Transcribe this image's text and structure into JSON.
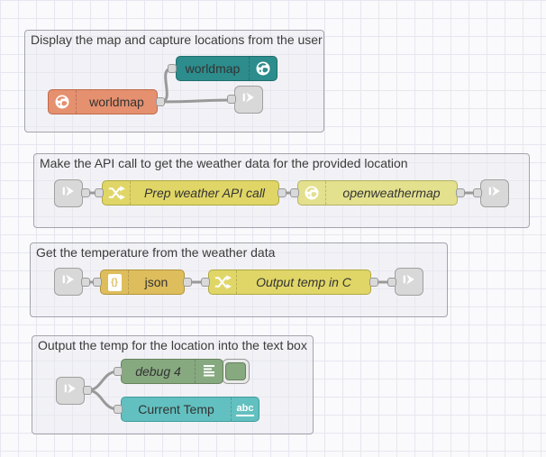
{
  "canvas": {
    "background": "#fafafc",
    "grid_line_color": "#e6e6f0",
    "wire_color": "#999999",
    "port_color": "#d9d9d9",
    "group_border_color": "#a3a3ad"
  },
  "groups": [
    {
      "label": "Display the map and capture locations from the user",
      "nodes": [
        {
          "label": "worldmap",
          "color": "#2d8c8c",
          "icon": "globe-icon"
        },
        {
          "label": "worldmap",
          "color": "#e5906f",
          "icon": "globe-icon"
        },
        {
          "color": "#d8d8d8",
          "icon": "link-out-icon"
        }
      ]
    },
    {
      "label": "Make the API call to get the weather data for the provided location",
      "nodes": [
        {
          "color": "#d8d8d8",
          "icon": "link-in-icon"
        },
        {
          "label": "Prep weather API call",
          "color": "#e0d667",
          "icon": "function-icon"
        },
        {
          "label": "openweathermap",
          "color": "#e3e08e",
          "icon": "globe-icon"
        },
        {
          "color": "#d8d8d8",
          "icon": "link-out-icon"
        }
      ]
    },
    {
      "label": "Get the temperature from the weather data",
      "nodes": [
        {
          "color": "#d8d8d8",
          "icon": "link-in-icon"
        },
        {
          "label": "json",
          "color": "#debd5c",
          "icon": "json-file-icon",
          "icon_text": "{}"
        },
        {
          "label": "Output temp in C",
          "color": "#e0d667",
          "icon": "function-icon"
        },
        {
          "color": "#d8d8d8",
          "icon": "link-out-icon"
        }
      ]
    },
    {
      "label": "Output the temp for the location into the text box",
      "nodes": [
        {
          "color": "#d8d8d8",
          "icon": "link-in-icon"
        },
        {
          "label": "debug 4",
          "color": "#87a980",
          "icon": "debug-list-icon",
          "toggle_enabled": true
        },
        {
          "label": "Current Temp",
          "color": "#63c0c0",
          "icon": "text-abc-icon",
          "icon_text": "abc"
        }
      ]
    }
  ]
}
